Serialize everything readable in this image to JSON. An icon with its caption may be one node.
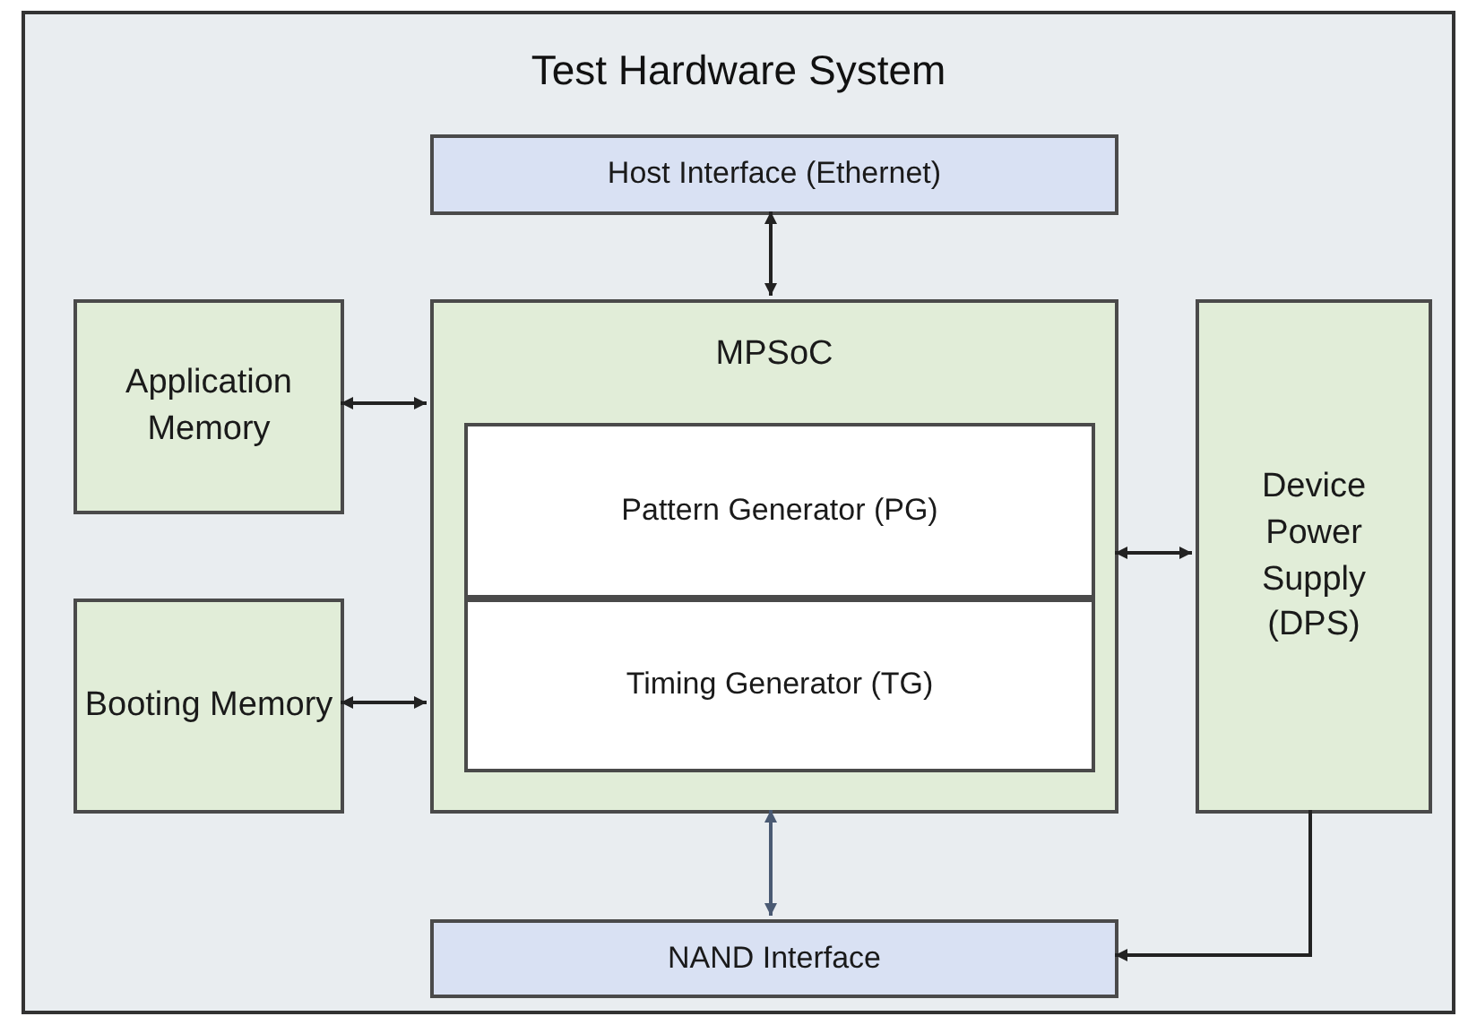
{
  "diagram": {
    "nodes": [
      {
        "text": [
          "Test Hardware System"
        ]
      },
      {
        "text": [
          "Host Interface (Ethernet)"
        ],
        "in": 0
      },
      {
        "text": [
          "Application Memory"
        ],
        "in": 0
      },
      {
        "text": [
          "MPSoC"
        ],
        "in": 0
      },
      {
        "text": [
          "Pattern Generator (PG)"
        ],
        "in": 3
      },
      {
        "text": [
          "Timing Generator (TG)"
        ],
        "in": 3
      },
      {
        "text": [
          "Booting Memory"
        ],
        "in": 0
      },
      {
        "text": [
          "Device Power Supply (DPS)"
        ],
        "in": 0
      },
      {
        "text": [
          "NAND Interface"
        ],
        "in": 0
      }
    ],
    "edges": [
      {
        "from": 1,
        "to": 3,
        "arrow": "both"
      },
      {
        "from": 2,
        "to": 3,
        "arrow": "both"
      },
      {
        "from": 6,
        "to": 3,
        "arrow": "both"
      },
      {
        "from": 3,
        "to": 7,
        "arrow": "both"
      },
      {
        "from": 3,
        "to": 8,
        "arrow": "both",
        "color": "#4a5a73"
      },
      {
        "from": 7,
        "to": 8,
        "arrow": "to"
      }
    ]
  }
}
